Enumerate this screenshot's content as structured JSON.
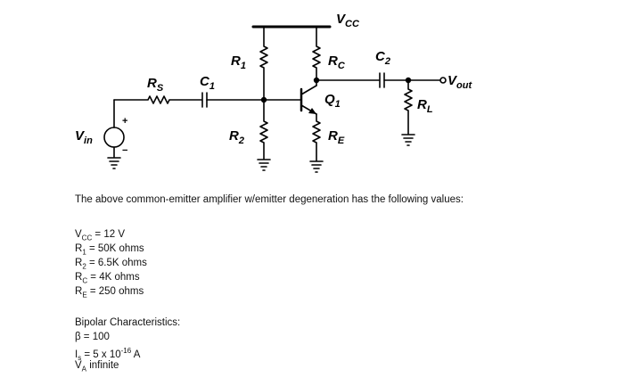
{
  "circuit": {
    "labels": {
      "vcc": {
        "main": "V",
        "sub": "CC"
      },
      "r1": {
        "main": "R",
        "sub": "1"
      },
      "r2": {
        "main": "R",
        "sub": "2"
      },
      "rc": {
        "main": "R",
        "sub": "C"
      },
      "re": {
        "main": "R",
        "sub": "E"
      },
      "rs": {
        "main": "R",
        "sub": "S"
      },
      "rl": {
        "main": "R",
        "sub": "L"
      },
      "c1": {
        "main": "C",
        "sub": "1"
      },
      "c2": {
        "main": "C",
        "sub": "2"
      },
      "q1": {
        "main": "Q",
        "sub": "1"
      },
      "vin": {
        "main": "V",
        "sub": "in"
      },
      "vout": {
        "main": "V",
        "sub": "out"
      },
      "plus": "+",
      "minus": "−"
    }
  },
  "description": "The above common-emitter amplifier w/emitter degeneration has the following values:",
  "values": [
    {
      "sym": "V",
      "sub": "CC",
      "rest": " = 12 V"
    },
    {
      "sym": "R",
      "sub": "1",
      "rest": " = 50K ohms"
    },
    {
      "sym": "R",
      "sub": "2",
      "rest": " = 6.5K ohms"
    },
    {
      "sym": "R",
      "sub": "C",
      "rest": " = 4K ohms"
    },
    {
      "sym": "R",
      "sub": "E",
      "rest": " = 250 ohms"
    }
  ],
  "bipolar": {
    "title": "Bipolar Characteristics:",
    "beta": "β = 100",
    "is": {
      "sym": "I",
      "sub": "s",
      "pre": " = 5 x 10",
      "exp": "-16",
      "post": " A"
    },
    "va": {
      "sym": "V",
      "sub": "A",
      "rest": " infinite"
    }
  }
}
